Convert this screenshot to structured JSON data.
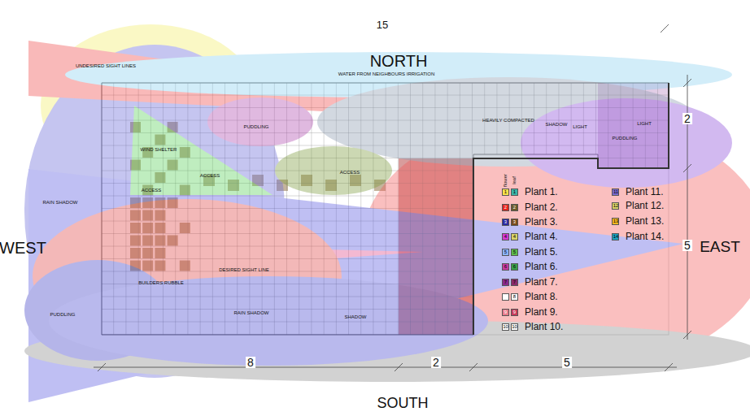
{
  "diagram": {
    "labels": [
      "15",
      "NORTH",
      "SOUTH",
      "WEST",
      "EAST",
      "2",
      "5",
      "8",
      "2",
      "5",
      "UNDESIRED SIGHT LINES",
      "WATER FROM NEIGHBOURS IRRIGATION",
      "PUDDLING",
      "HEAVILY COMPACTED",
      "SHADOW",
      "LIGHT",
      "LIGHT",
      "PUDDLING",
      "WIND SHELTER",
      "ACCESS",
      "ACCESS",
      "ACCESS",
      "RAIN SHADOW",
      "DESIRED SIGHT LINE",
      "BUILDERS RUBBLE",
      "RAIN SHADOW",
      "PUDDLING",
      "SHADOW",
      "flower",
      "leaf",
      "1",
      "1",
      "2",
      "2",
      "3",
      "3",
      "4",
      "4",
      "5",
      "5",
      "6",
      "6",
      "7",
      "7",
      "8",
      "8",
      "9",
      "9",
      "10",
      "10",
      "11",
      "12",
      "13",
      "14"
    ],
    "legend": [
      {
        "text": "Plant 1.",
        "color": "#f7e14a"
      },
      {
        "text": "Plant 2.",
        "color": "#e5231b"
      },
      {
        "text": "Plant 3.",
        "color": "#2a2aa0"
      },
      {
        "text": "Plant 4.",
        "color": "#d43ad0"
      },
      {
        "text": "Plant 5.",
        "color": "#8ab4ff"
      },
      {
        "text": "Plant 6.",
        "color": "#c83aa0"
      },
      {
        "text": "Plant 7.",
        "color": "#8a2a8a"
      },
      {
        "text": "Plant 8.",
        "color": "#ffffff"
      },
      {
        "text": "Plant 9.",
        "color": "#e87a8a"
      },
      {
        "text": "Plant 10.",
        "color": "#ffffff"
      },
      {
        "text": "Plant 11.",
        "color": "#7a6ad0"
      },
      {
        "text": "Plant 12.",
        "color": "#d9d36a"
      },
      {
        "text": "Plant 13.",
        "color": "#f7b71e"
      },
      {
        "text": "Plant 14.",
        "color": "#1aa0c0"
      }
    ]
  }
}
